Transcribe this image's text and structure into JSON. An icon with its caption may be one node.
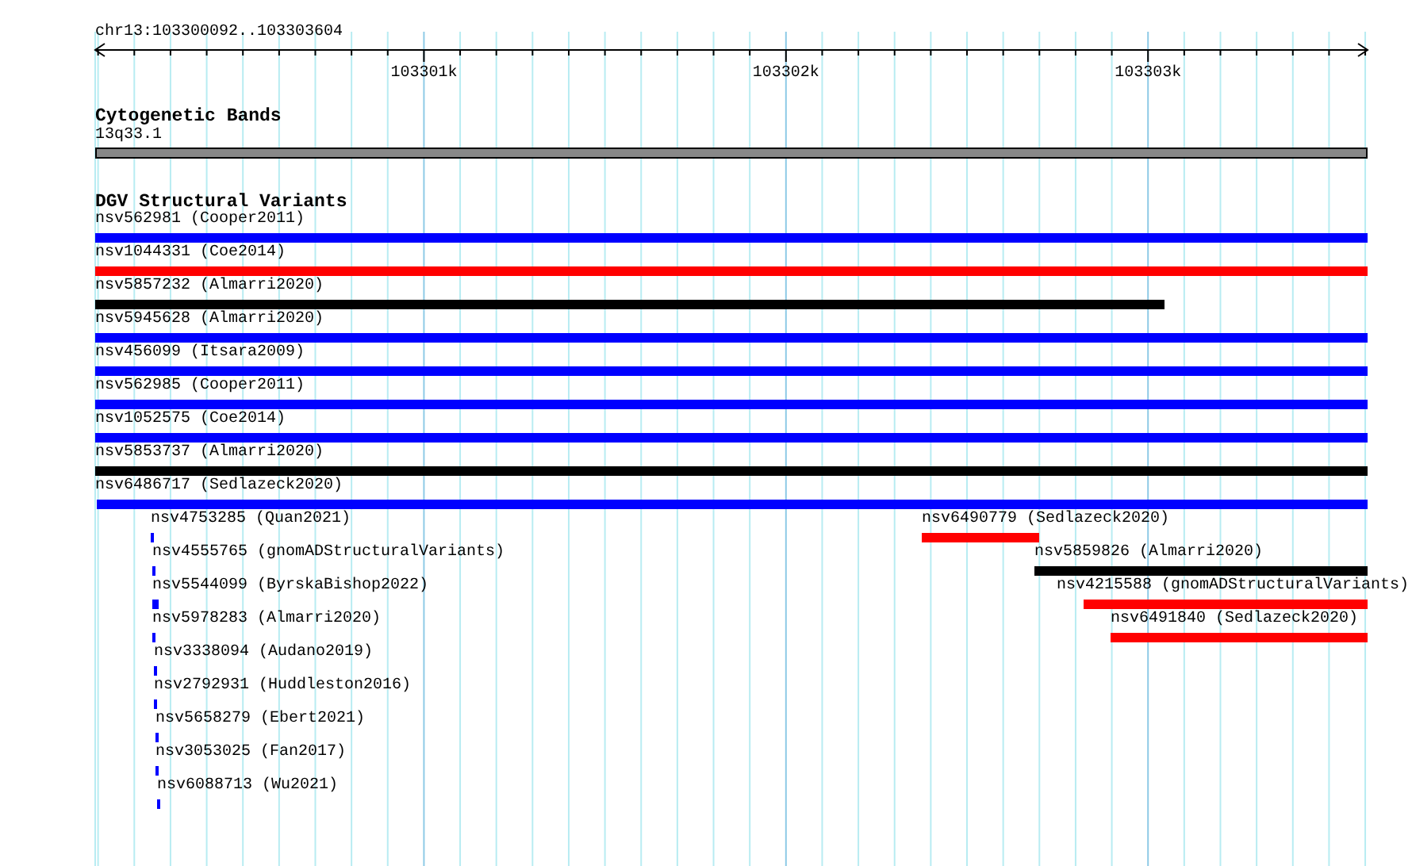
{
  "diagram": {
    "nodes": [
      {
        "text": [
          "13q33.1"
        ]
      },
      {
        "text": [
          "nsv562981 (Cooper2011)"
        ]
      },
      {
        "text": [
          "nsv1044331 (Coe2014)"
        ]
      },
      {
        "text": [
          "nsv5857232 (Almarri2020)"
        ]
      },
      {
        "text": [
          "nsv5945628 (Almarri2020)"
        ]
      },
      {
        "text": [
          "nsv456099 (Itsara2009)"
        ]
      },
      {
        "text": [
          "nsv562985 (Cooper2011)"
        ]
      },
      {
        "text": [
          "nsv1052575 (Coe2014)"
        ]
      },
      {
        "text": [
          "nsv5853737 (Almarri2020)"
        ]
      },
      {
        "text": [
          "nsv6486717 (Sedlazeck2020)"
        ]
      },
      {
        "text": [
          "nsv4753285 (Quan2021)"
        ]
      },
      {
        "text": [
          "nsv6490779 (Sedlazeck2020)"
        ]
      },
      {
        "text": [
          "nsv4555765 (gnomADStructuralVariants)"
        ]
      },
      {
        "text": [
          "nsv5859826 (Almarri2020)"
        ]
      },
      {
        "text": [
          "nsv5544099 (ByrskaBishop2022)"
        ]
      },
      {
        "text": [
          "nsv4215588 (gnomADStructuralVariants)"
        ]
      },
      {
        "text": [
          "nsv5978283 (Almarri2020)"
        ]
      },
      {
        "text": [
          "nsv6491840 (Sedlazeck2020)"
        ]
      },
      {
        "text": [
          "nsv3338094 (Audano2019)"
        ]
      },
      {
        "text": [
          "nsv2792931 (Huddleston2016)"
        ]
      },
      {
        "text": [
          "nsv5658279 (Ebert2021)"
        ]
      },
      {
        "text": [
          "nsv3053025 (Fan2017)"
        ]
      },
      {
        "text": [
          "nsv6088713 (Wu2021)"
        ]
      }
    ],
    "labels": [
      "chr13:103300092..103303604",
      "103301k",
      "103302k",
      "103303k",
      "Cytogenetic Bands",
      "DGV Structural Variants"
    ]
  }
}
